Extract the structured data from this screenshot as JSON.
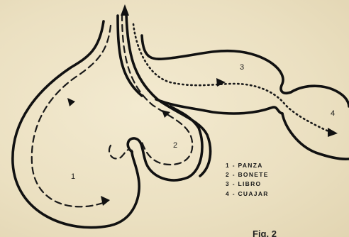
{
  "labels": {
    "compartment_1": "1",
    "compartment_2": "2",
    "compartment_3": "3",
    "compartment_4": "4"
  },
  "legend": [
    {
      "text": "1 - PANZA"
    },
    {
      "text": "2 - BONETE"
    },
    {
      "text": "3 - LIBRO"
    },
    {
      "text": "4 - CUAJAR"
    }
  ],
  "caption": "Fig. 2",
  "colors": {
    "paper": "#ece2c4",
    "ink": "#111111"
  }
}
